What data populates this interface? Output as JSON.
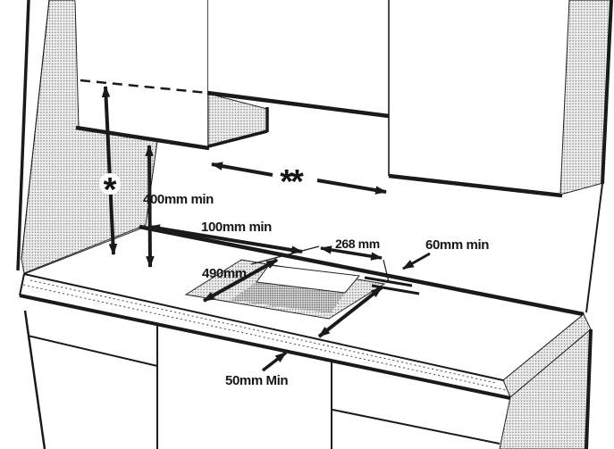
{
  "figure": {
    "type": "kitchen-hob-installation-clearance-diagram",
    "labels": {
      "clearance_cabinet": "400mm min",
      "clearance_wall": "100mm min",
      "cutout_width": "268 mm",
      "clearance_rear": "60mm min",
      "cutout_depth": "490mm",
      "clearance_front": "50mm Min",
      "symbol_hood_height": "*",
      "symbol_niche_width": "**"
    },
    "colors": {
      "line": "#1a1a1a",
      "background": "#ffffff",
      "panel_shading": "#d9d9d9"
    }
  }
}
